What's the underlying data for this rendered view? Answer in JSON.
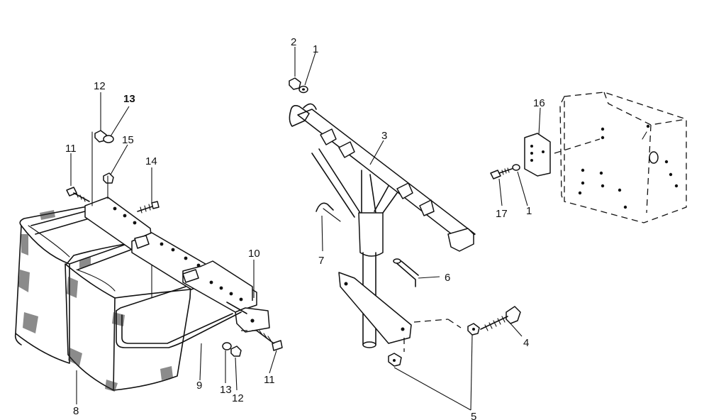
{
  "colors": {
    "ink": "#111111",
    "background": "#ffffff"
  },
  "callouts": {
    "c1_top": "1",
    "c2_top": "2",
    "c3": "3",
    "c4": "4",
    "c5": "5",
    "c6": "6",
    "c7": "7",
    "c8": "8",
    "c9": "9",
    "c10": "10",
    "c11_left": "11",
    "c11_bottom": "11",
    "c12_top": "12",
    "c12_bottom": "12",
    "c13_top": "13",
    "c13_bottom": "13",
    "c14": "14",
    "c15": "15",
    "c16": "16",
    "c17": "17",
    "c1_right": "1"
  }
}
